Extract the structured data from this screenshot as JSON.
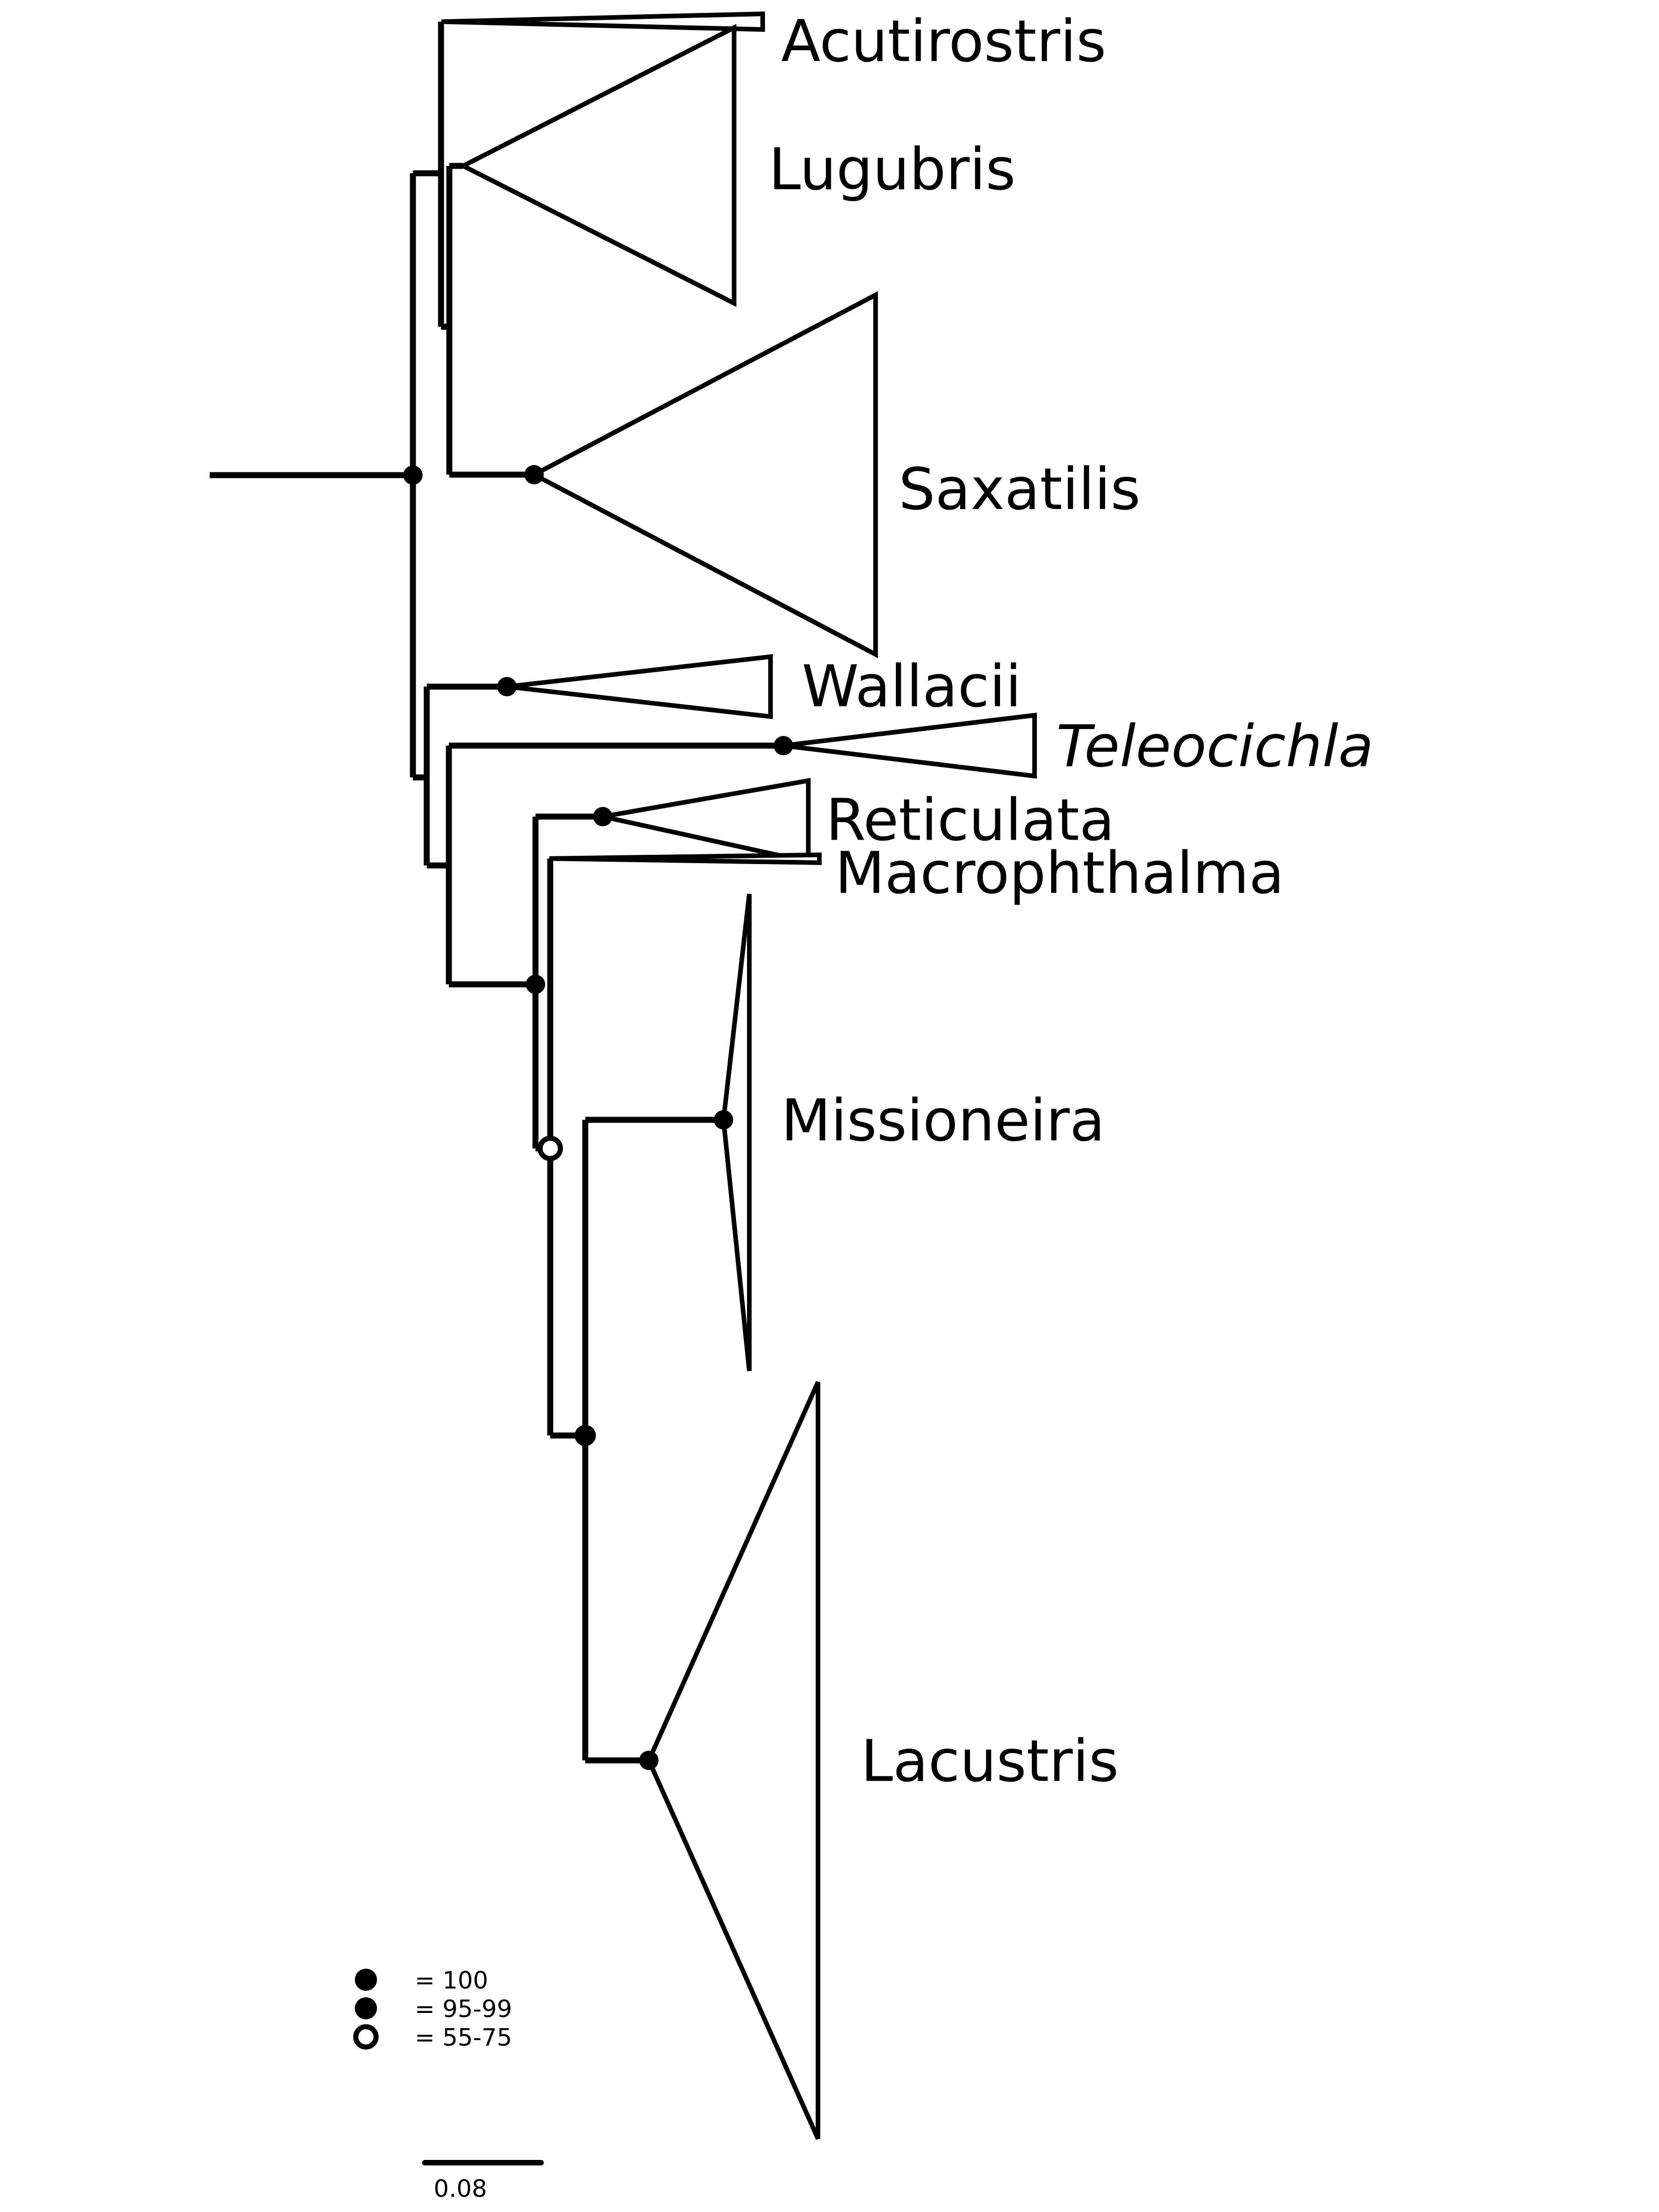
{
  "figure": {
    "type": "phylogenetic-tree",
    "description": "Rectangular cladogram with collapsed clades drawn as open triangles and node support symbols"
  },
  "taxa": [
    {
      "label": "Acutirostris",
      "italic": false
    },
    {
      "label": "Lugubris",
      "italic": false
    },
    {
      "label": "Saxatilis",
      "italic": false
    },
    {
      "label": "Wallacii",
      "italic": false
    },
    {
      "label": "Teleocichla",
      "italic": true
    },
    {
      "label": "Reticulata",
      "italic": false
    },
    {
      "label": "Macrophthalma",
      "italic": false
    },
    {
      "label": "Missioneira",
      "italic": false
    },
    {
      "label": "Lacustris",
      "italic": false
    }
  ],
  "node_supports": [
    {
      "node": "root",
      "support": "100"
    },
    {
      "node": "saxatilis",
      "support": "100"
    },
    {
      "node": "wallacii",
      "support": "100"
    },
    {
      "node": "teleocichla",
      "support": "100"
    },
    {
      "node": "reticulata",
      "support": "100"
    },
    {
      "node": "reticulata-to-lacustris-clade",
      "support": "100"
    },
    {
      "node": "macrophthalma-missioneira-lacustris",
      "support": "55-75"
    },
    {
      "node": "missioneira-lacustris",
      "support": "95-99"
    },
    {
      "node": "missioneira",
      "support": "100"
    },
    {
      "node": "lacustris",
      "support": "100"
    }
  ],
  "legend": {
    "items": [
      {
        "symbol": "filled-black-circle",
        "label": "= 100"
      },
      {
        "symbol": "filled-gray-circle",
        "label": "= 95-99"
      },
      {
        "symbol": "open-circle",
        "label": "= 55-75"
      }
    ]
  },
  "scale_bar": {
    "label": "0.08"
  },
  "colors": {
    "line": "#000000",
    "support_100": "#000000",
    "support_95_99": "#9f9f9f",
    "support_55_75_fill": "#ffffff",
    "text": "#000000",
    "background": "#ffffff"
  }
}
